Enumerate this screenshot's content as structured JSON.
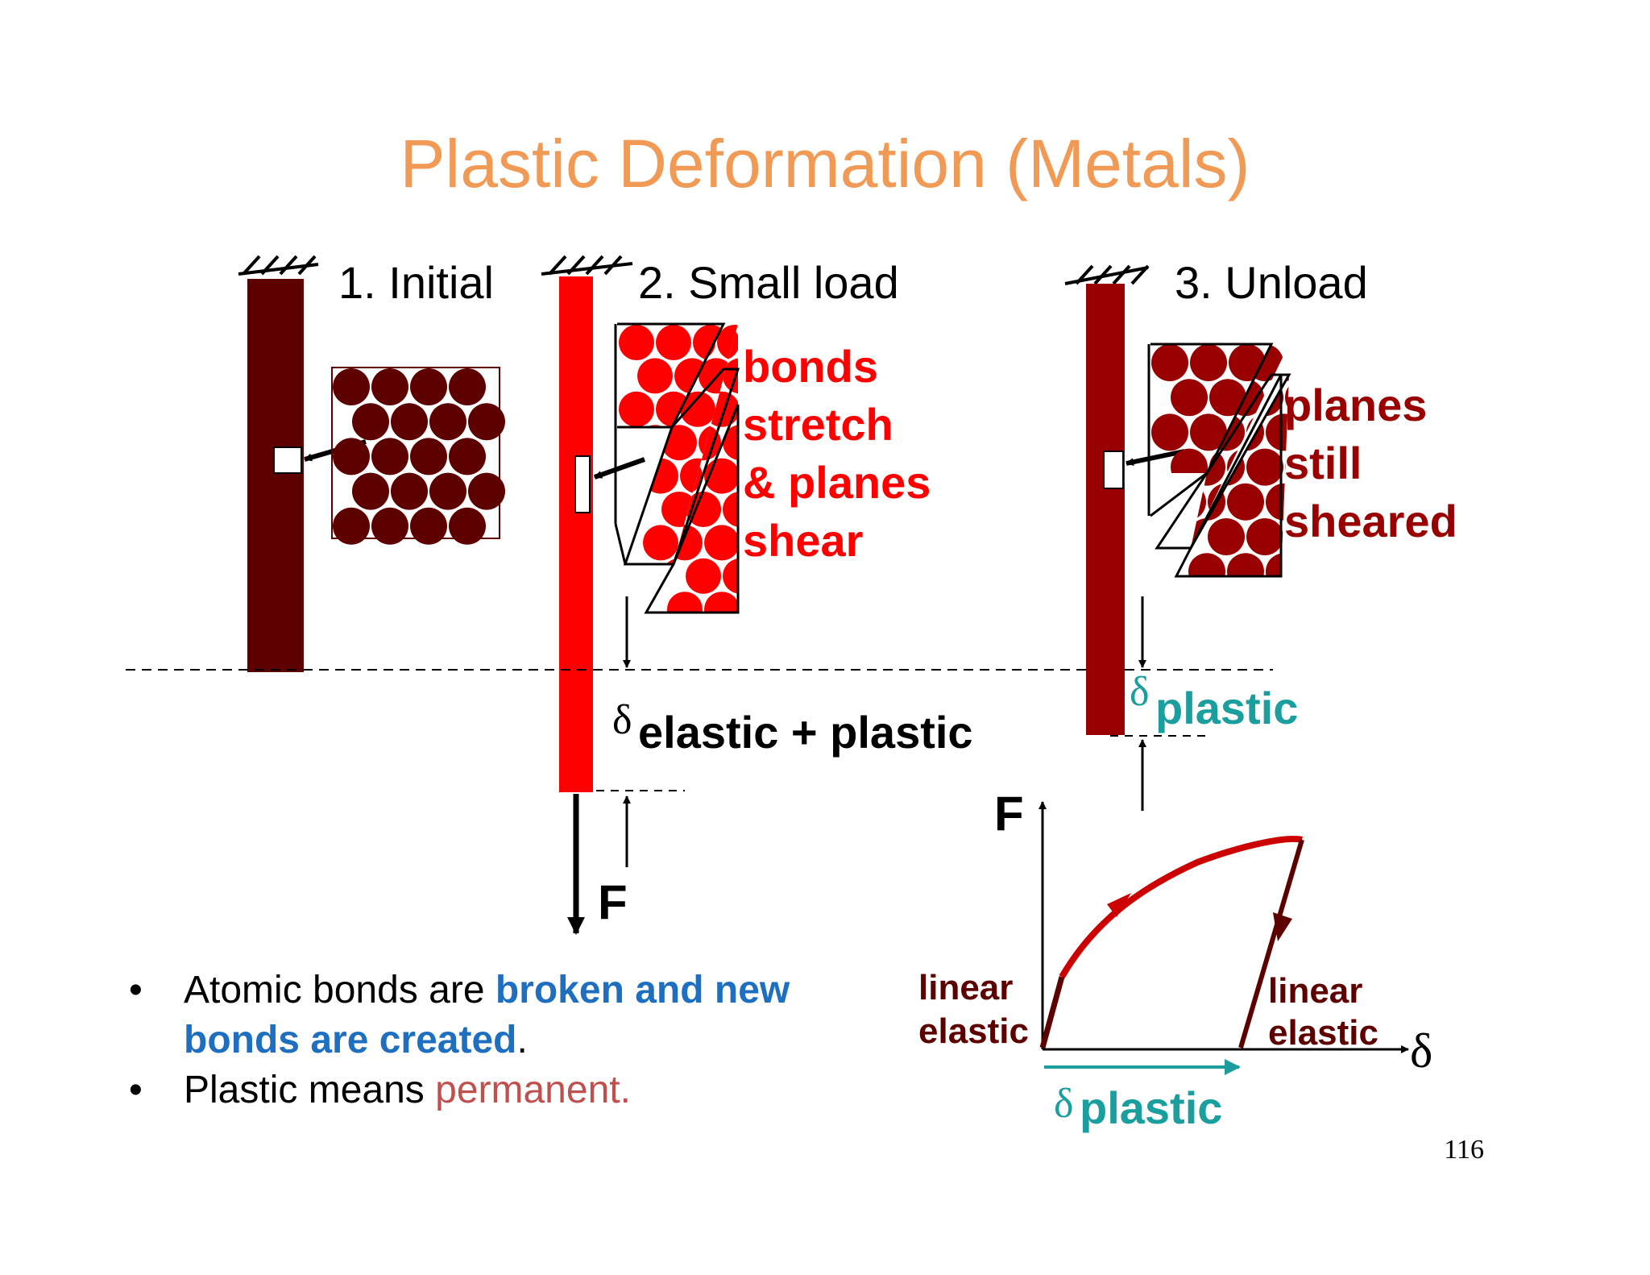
{
  "slide": {
    "title": "Plastic Deformation (Metals)",
    "page_number": "116",
    "colors": {
      "title": "#F19A55",
      "dark_red": "#5C0000",
      "mid_red": "#990000",
      "bright_red": "#FF0000",
      "teal": "#1A9E9E",
      "blue": "#1F6FC0",
      "permanent": "#C0504D"
    }
  },
  "stages": [
    {
      "label": "1. Initial"
    },
    {
      "label": "2. Small load",
      "annotation_lines": [
        "bonds",
        "stretch",
        "& planes",
        "shear"
      ]
    },
    {
      "label": "3. Unload",
      "annotation_lines": [
        "planes",
        "still",
        "sheared"
      ]
    }
  ],
  "deltas": {
    "symbol": "δ",
    "elastic_plus_plastic": "elastic + plastic",
    "plastic": "plastic"
  },
  "force_label": "F",
  "graph": {
    "y_axis_label": "F",
    "x_axis_label": "δ",
    "left_label_lines": [
      "linear",
      "elastic"
    ],
    "right_label_lines": [
      "linear",
      "elastic"
    ],
    "plastic_symbol": "δ",
    "plastic_label": "plastic"
  },
  "bullets": {
    "first": {
      "prefix": "Atomic bonds are ",
      "highlight": "broken and new bonds are created",
      "suffix": "."
    },
    "second": {
      "prefix": "Plastic means ",
      "highlight": "permanent."
    },
    "marker": "•"
  }
}
